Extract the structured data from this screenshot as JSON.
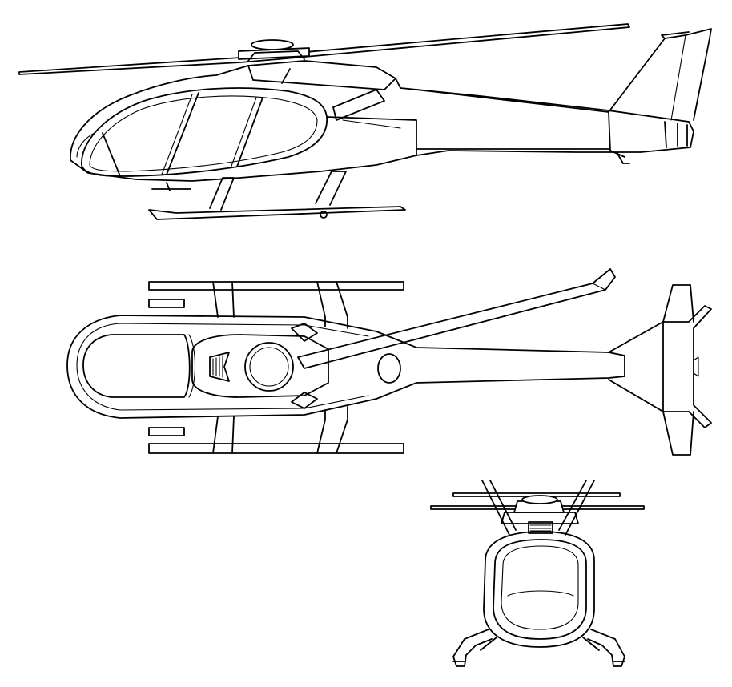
{
  "drawing": {
    "line_color": "#000000",
    "background_color": "#ffffff",
    "views": [
      {
        "id": "side-view",
        "label": ""
      },
      {
        "id": "top-view",
        "label": ""
      },
      {
        "id": "front-view",
        "label": ""
      }
    ]
  }
}
